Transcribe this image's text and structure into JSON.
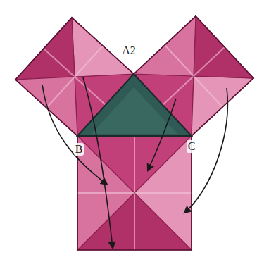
{
  "diagram": {
    "labels": [
      "A2",
      "B",
      "C"
    ]
  }
}
